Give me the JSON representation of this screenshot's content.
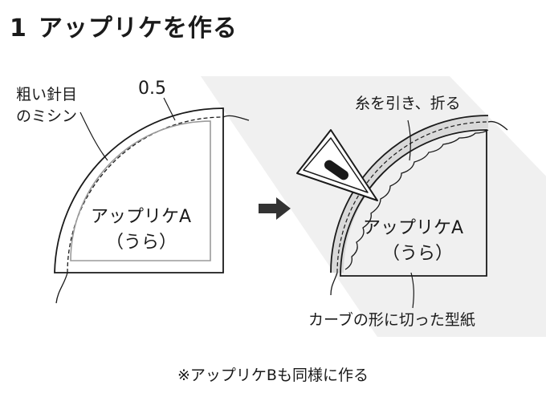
{
  "title": {
    "number": "1",
    "text": "アップリケを作る"
  },
  "left_figure": {
    "stitch_label_line1": "粗い針目",
    "stitch_label_line2": "のミシン",
    "seam_allowance": "0.5",
    "piece_label": "アップリケA",
    "piece_sub": "（うら）"
  },
  "right_figure": {
    "pull_label": "糸を引き、折る",
    "piece_label": "アップリケA",
    "piece_sub": "（うら）",
    "template_label": "カーブの形に切った型紙"
  },
  "note": "※アップリケBも同様に作る",
  "colors": {
    "ink": "#1a1a1a",
    "shadow": "#eeeeee",
    "fold": "#d9d9d9",
    "template": "#9a9a9a"
  }
}
